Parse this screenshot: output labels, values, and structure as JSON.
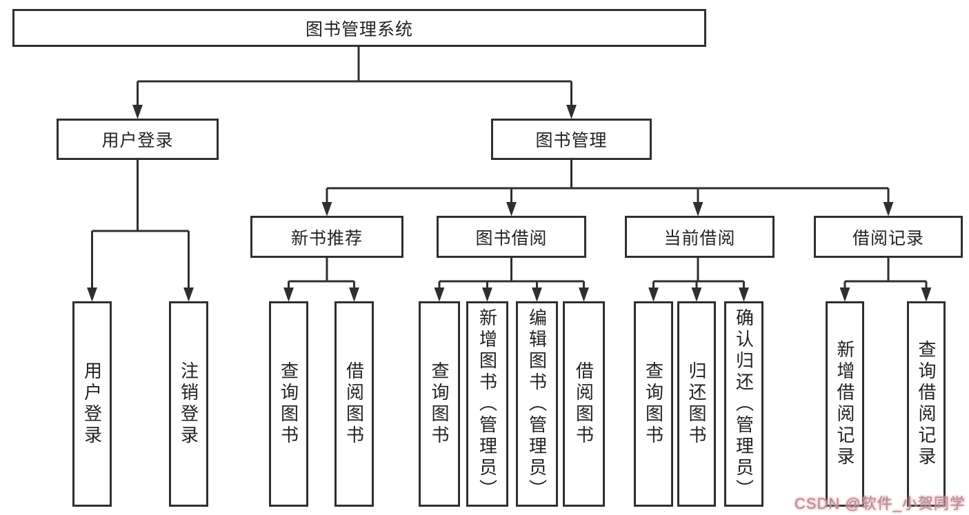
{
  "tree": {
    "label": "图书管理系统",
    "children": [
      {
        "label": "用户登录",
        "children": [
          {
            "label": "用户登录"
          },
          {
            "label": "注销登录"
          }
        ]
      },
      {
        "label": "图书管理",
        "children": [
          {
            "label": "新书推荐",
            "children": [
              {
                "label": "查询图书"
              },
              {
                "label": "借阅图书"
              }
            ]
          },
          {
            "label": "图书借阅",
            "children": [
              {
                "label": "查询图书"
              },
              {
                "label": "新增图书（管理员）"
              },
              {
                "label": "编辑图书（管理员）"
              },
              {
                "label": "借阅图书"
              }
            ]
          },
          {
            "label": "当前借阅",
            "children": [
              {
                "label": "查询图书"
              },
              {
                "label": "归还图书"
              },
              {
                "label": "确认归还（管理员）"
              }
            ]
          },
          {
            "label": "借阅记录",
            "children": [
              {
                "label": "新增借阅记录"
              },
              {
                "label": "查询借阅记录"
              }
            ]
          }
        ]
      }
    ]
  },
  "watermark": {
    "text": "CSDN @软件_小贺同学"
  },
  "colors": {
    "line": "#2f2f2f",
    "text": "#222222",
    "background": "#ffffff",
    "watermark_gray": "#9a9a9a",
    "watermark_pink": "#ff8fa3"
  }
}
